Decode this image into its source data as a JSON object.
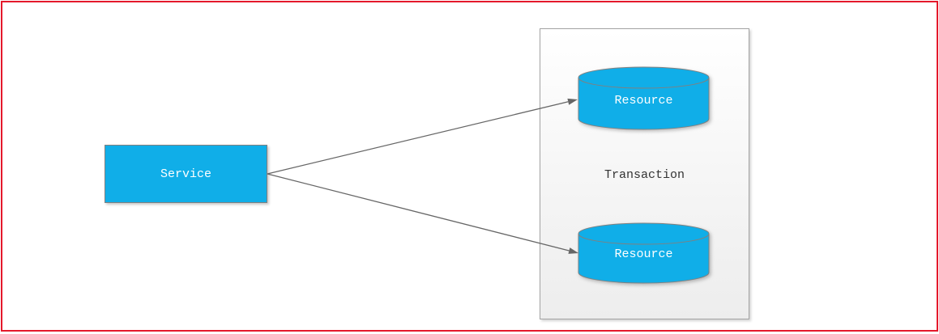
{
  "diagram": {
    "type": "architecture-diagram",
    "service": {
      "label": "Service"
    },
    "transaction": {
      "label": "Transaction"
    },
    "resources": [
      {
        "label": "Resource"
      },
      {
        "label": "Resource"
      }
    ],
    "edges": [
      {
        "from": "Service",
        "to": "Resource-top",
        "style": "arrow"
      },
      {
        "from": "Service",
        "to": "Resource-bottom",
        "style": "arrow"
      }
    ],
    "colors": {
      "background": "#ffffff",
      "frame_red": "#e4192b",
      "node_fill": "#10aee8",
      "node_text": "#ffffff",
      "shape_stroke": "#808080",
      "container_border": "#a3a3a3",
      "container_fill_top": "#ffffff",
      "container_fill_bottom": "#ededed",
      "edge_color": "#666666",
      "label_text": "#333333"
    }
  }
}
